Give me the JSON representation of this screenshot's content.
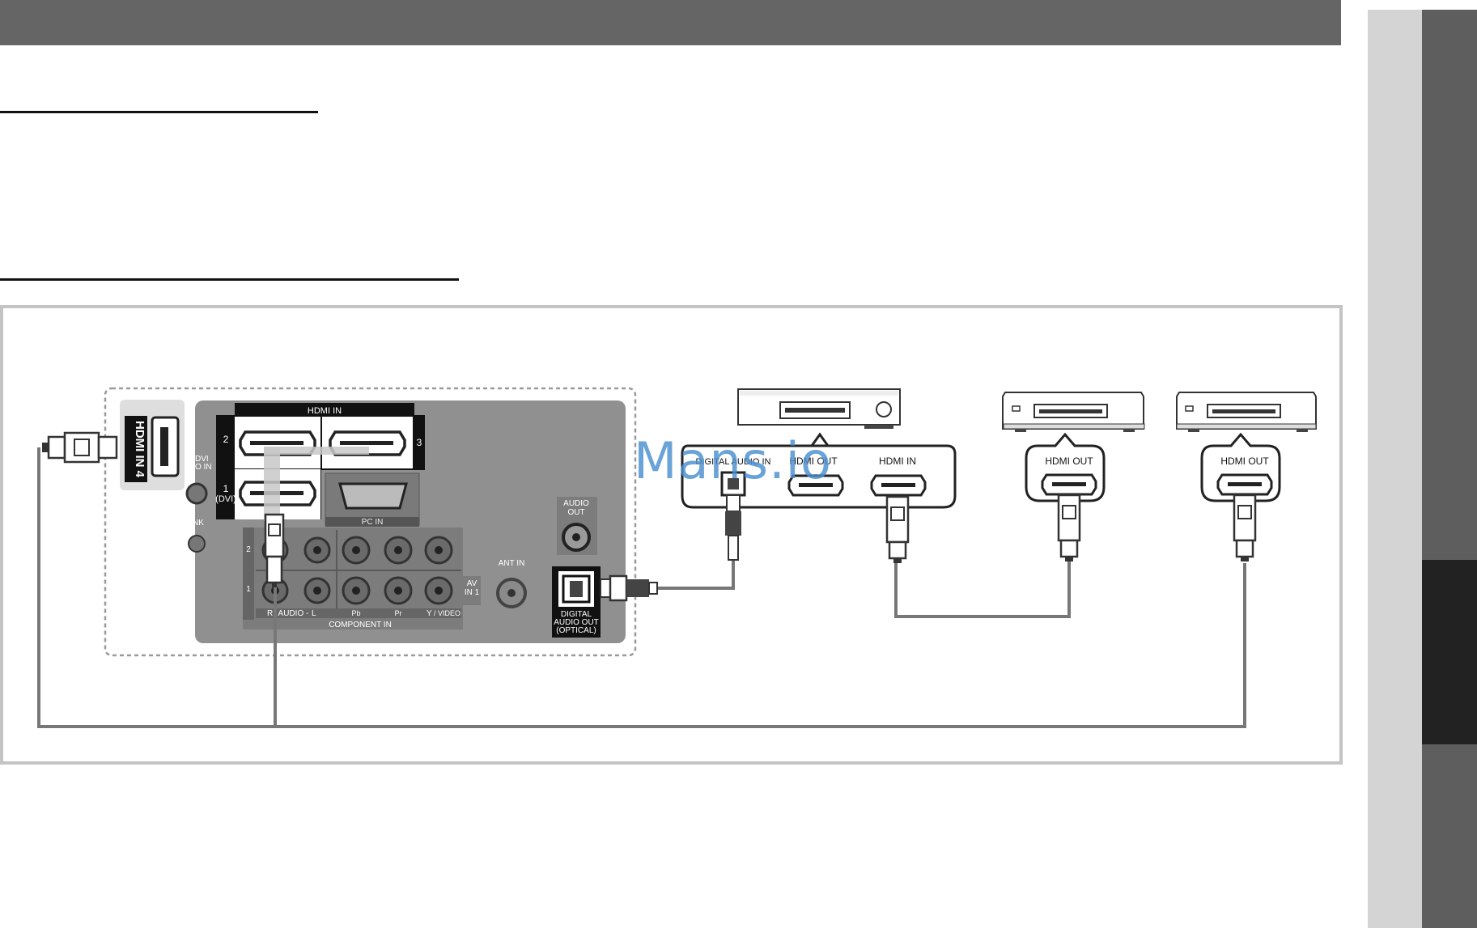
{
  "header": {
    "title": ""
  },
  "diagram": {
    "tv_panel": {
      "hdmi_in_4": "HDMI IN 4",
      "hdmi_in": "HDMI IN",
      "hdmi_port_2": "2",
      "hdmi_port_3": "3",
      "hdmi_port_1": "1",
      "hdmi_port_1_dvi": "(DVI)",
      "dvi_audio_in_1": "DVI",
      "dvi_audio_in_2": "O IN",
      "ex_link": "NK",
      "pc_in": "PC IN",
      "row_2": "2",
      "row_1": "1",
      "audio_r": "R",
      "audio_text": " - AUDIO - ",
      "audio_l": "L",
      "pb": "Pb",
      "pr": "Pr",
      "y_video": "Y",
      "video_text": "/ VIDEO",
      "component_in": "COMPONENT IN",
      "av_in_1_a": "AV",
      "av_in_1_b": "IN 1",
      "ant_in": "ANT IN",
      "audio_out_a": "AUDIO",
      "audio_out_b": "OUT",
      "digital_audio_out_a": "DIGITAL",
      "digital_audio_out_b": "AUDIO OUT",
      "digital_audio_out_c": "(OPTICAL)"
    },
    "receiver": {
      "digital_audio_in": "DIGITAL AUDIO IN",
      "hdmi_out": "HDMI OUT",
      "hdmi_in": "HDMI IN"
    },
    "device_2": {
      "hdmi_out": "HDMI OUT"
    },
    "device_3": {
      "hdmi_out": "HDMI OUT"
    }
  },
  "watermark": "Mans.io"
}
